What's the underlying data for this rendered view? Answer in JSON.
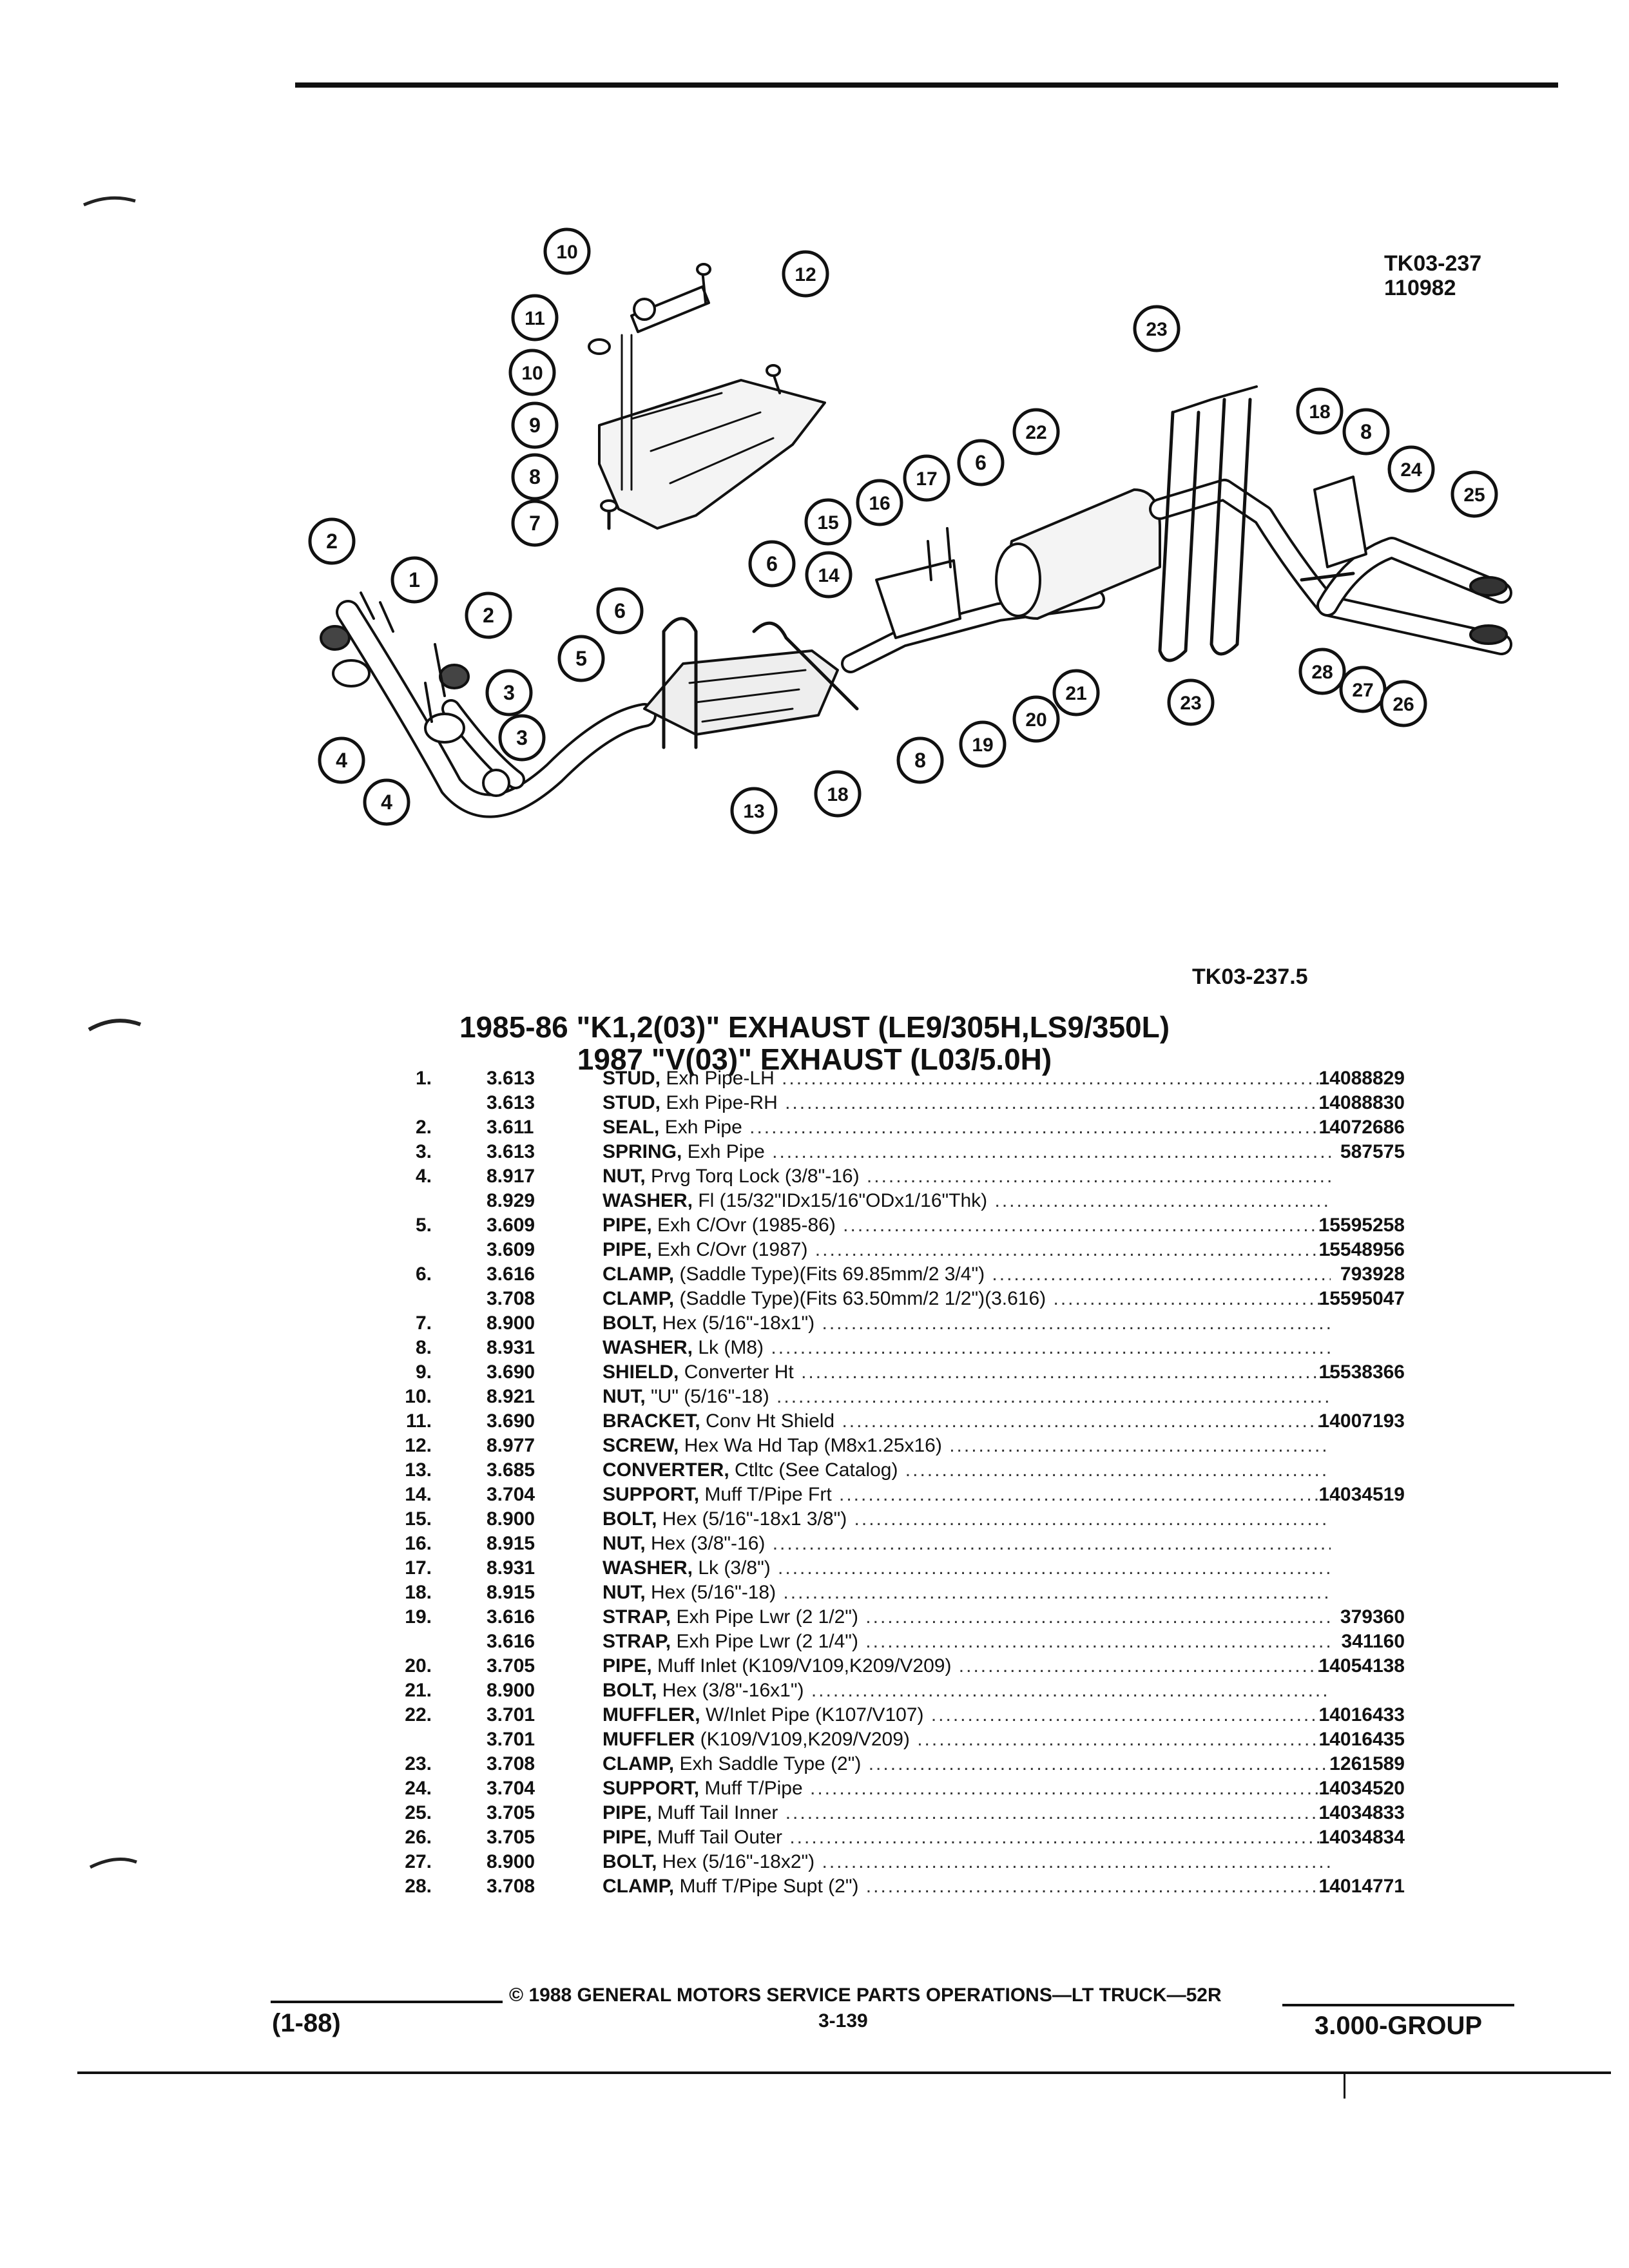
{
  "figure": {
    "ref_top_line1": "TK03-237",
    "ref_top_line2": "110982",
    "ref_bottom": "TK03-237.5",
    "callouts": [
      "10",
      "11",
      "10",
      "9",
      "8",
      "7",
      "12",
      "2",
      "1",
      "2",
      "3",
      "3",
      "4",
      "4",
      "5",
      "6",
      "6",
      "13",
      "15",
      "16",
      "17",
      "6",
      "14",
      "22",
      "23",
      "18",
      "8",
      "24",
      "25",
      "19",
      "20",
      "21",
      "8",
      "18",
      "23",
      "28",
      "27",
      "26"
    ]
  },
  "heading": {
    "line1": "1985-86 \"K1,2(03)\" EXHAUST (LE9/305H,LS9/350L)",
    "line2": "1987 \"V(03)\" EXHAUST (L03/5.0H)"
  },
  "parts": [
    {
      "num": "1.",
      "group": "3.613",
      "name": "STUD,",
      "desc": "Exh Pipe-LH",
      "pn": "14088829"
    },
    {
      "num": "",
      "group": "3.613",
      "name": "STUD,",
      "desc": "Exh Pipe-RH",
      "pn": "14088830"
    },
    {
      "num": "2.",
      "group": "3.611",
      "name": "SEAL,",
      "desc": "Exh Pipe",
      "pn": "14072686"
    },
    {
      "num": "3.",
      "group": "3.613",
      "name": "SPRING,",
      "desc": "Exh Pipe",
      "pn": "587575"
    },
    {
      "num": "4.",
      "group": "8.917",
      "name": "NUT,",
      "desc": "Prvg Torq Lock (3/8\"-16)",
      "pn": ""
    },
    {
      "num": "",
      "group": "8.929",
      "name": "WASHER,",
      "desc": "Fl (15/32\"IDx15/16\"ODx1/16\"Thk)",
      "pn": ""
    },
    {
      "num": "5.",
      "group": "3.609",
      "name": "PIPE,",
      "desc": "Exh C/Ovr (1985-86)",
      "pn": "15595258"
    },
    {
      "num": "",
      "group": "3.609",
      "name": "PIPE,",
      "desc": "Exh C/Ovr (1987)",
      "pn": "15548956"
    },
    {
      "num": "6.",
      "group": "3.616",
      "name": "CLAMP,",
      "desc": "(Saddle Type)(Fits 69.85mm/2 3/4\")",
      "pn": "793928"
    },
    {
      "num": "",
      "group": "3.708",
      "name": "CLAMP,",
      "desc": "(Saddle Type)(Fits 63.50mm/2 1/2\")(3.616)",
      "pn": "15595047"
    },
    {
      "num": "7.",
      "group": "8.900",
      "name": "BOLT,",
      "desc": "Hex (5/16\"-18x1\")",
      "pn": ""
    },
    {
      "num": "8.",
      "group": "8.931",
      "name": "WASHER,",
      "desc": "Lk (M8)",
      "pn": ""
    },
    {
      "num": "9.",
      "group": "3.690",
      "name": "SHIELD,",
      "desc": "Converter Ht",
      "pn": "15538366"
    },
    {
      "num": "10.",
      "group": "8.921",
      "name": "NUT,",
      "desc": "\"U\" (5/16\"-18)",
      "pn": ""
    },
    {
      "num": "11.",
      "group": "3.690",
      "name": "BRACKET,",
      "desc": "Conv Ht Shield",
      "pn": "14007193"
    },
    {
      "num": "12.",
      "group": "8.977",
      "name": "SCREW,",
      "desc": "Hex Wa Hd Tap (M8x1.25x16)",
      "pn": ""
    },
    {
      "num": "13.",
      "group": "3.685",
      "name": "CONVERTER,",
      "desc": "Ctltc (See Catalog)",
      "pn": ""
    },
    {
      "num": "14.",
      "group": "3.704",
      "name": "SUPPORT,",
      "desc": "Muff T/Pipe Frt",
      "pn": "14034519"
    },
    {
      "num": "15.",
      "group": "8.900",
      "name": "BOLT,",
      "desc": "Hex (5/16\"-18x1 3/8\")",
      "pn": ""
    },
    {
      "num": "16.",
      "group": "8.915",
      "name": "NUT,",
      "desc": "Hex (3/8\"-16)",
      "pn": ""
    },
    {
      "num": "17.",
      "group": "8.931",
      "name": "WASHER,",
      "desc": "Lk (3/8\")",
      "pn": ""
    },
    {
      "num": "18.",
      "group": "8.915",
      "name": "NUT,",
      "desc": "Hex (5/16\"-18)",
      "pn": ""
    },
    {
      "num": "19.",
      "group": "3.616",
      "name": "STRAP,",
      "desc": "Exh Pipe Lwr (2 1/2\")",
      "pn": "379360"
    },
    {
      "num": "",
      "group": "3.616",
      "name": "STRAP,",
      "desc": "Exh Pipe Lwr (2 1/4\")",
      "pn": "341160"
    },
    {
      "num": "20.",
      "group": "3.705",
      "name": "PIPE,",
      "desc": "Muff Inlet (K109/V109,K209/V209)",
      "pn": "14054138"
    },
    {
      "num": "21.",
      "group": "8.900",
      "name": "BOLT,",
      "desc": "Hex (3/8\"-16x1\")",
      "pn": ""
    },
    {
      "num": "22.",
      "group": "3.701",
      "name": "MUFFLER,",
      "desc": "W/Inlet Pipe (K107/V107)",
      "pn": "14016433"
    },
    {
      "num": "",
      "group": "3.701",
      "name": "MUFFLER",
      "desc": "(K109/V109,K209/V209)",
      "pn": "14016435"
    },
    {
      "num": "23.",
      "group": "3.708",
      "name": "CLAMP,",
      "desc": "Exh Saddle Type (2\")",
      "pn": "1261589"
    },
    {
      "num": "24.",
      "group": "3.704",
      "name": "SUPPORT,",
      "desc": "Muff T/Pipe",
      "pn": "14034520"
    },
    {
      "num": "25.",
      "group": "3.705",
      "name": "PIPE,",
      "desc": "Muff Tail Inner",
      "pn": "14034833"
    },
    {
      "num": "26.",
      "group": "3.705",
      "name": "PIPE,",
      "desc": "Muff Tail Outer",
      "pn": "14034834"
    },
    {
      "num": "27.",
      "group": "8.900",
      "name": "BOLT,",
      "desc": "Hex (5/16\"-18x2\")",
      "pn": ""
    },
    {
      "num": "28.",
      "group": "3.708",
      "name": "CLAMP,",
      "desc": "Muff T/Pipe Supt (2\")",
      "pn": "14014771"
    }
  ],
  "footer": {
    "date": "(1-88)",
    "copyright": "© 1988 GENERAL MOTORS SERVICE PARTS OPERATIONS—LT TRUCK—52R",
    "page": "3-139",
    "group": "3.000-GROUP"
  }
}
